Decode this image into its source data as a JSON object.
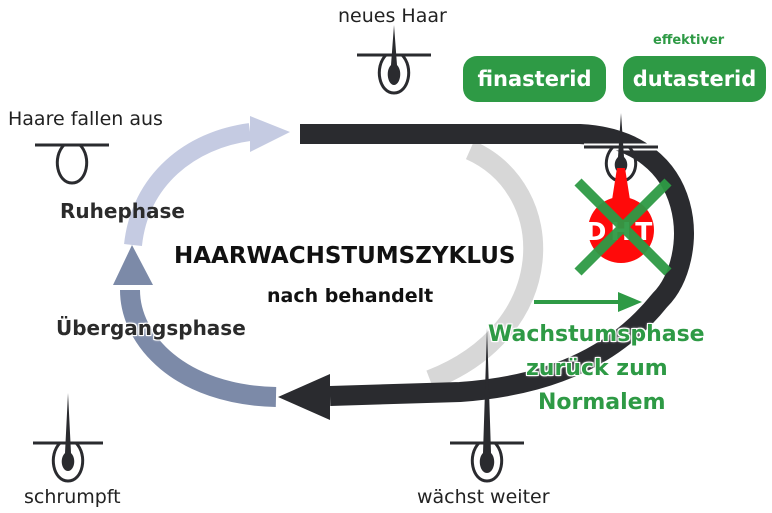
{
  "diagram": {
    "title": "HAARWACHSTUMSZYKLUS",
    "subtitle": "nach behandelt",
    "stages": {
      "new_hair": "neues Haar",
      "hair_falls": "Haare fallen aus",
      "shrinks": "schrumpft",
      "keeps_growing": "wächst weiter"
    },
    "phases": {
      "resting": "Ruhephase",
      "transition": "Übergangsphase",
      "growth_line1": "Wachstumsphase",
      "growth_line2": "zurück zum",
      "growth_line3": "Normalem"
    },
    "treatments": [
      {
        "label": "finasterid",
        "note": ""
      },
      {
        "label": "dutasterid",
        "note": "effektiver"
      }
    ],
    "dht_badge": "DHT",
    "colors": {
      "accent_green": "#2e9a45",
      "cycle_dark": "#2a2b2f",
      "cycle_light_gray": "#d7d7d7",
      "resting_arrow": "#c5cbe2",
      "transition_arrow": "#7c8aa8",
      "dht_red": "#ff0a0a"
    }
  }
}
